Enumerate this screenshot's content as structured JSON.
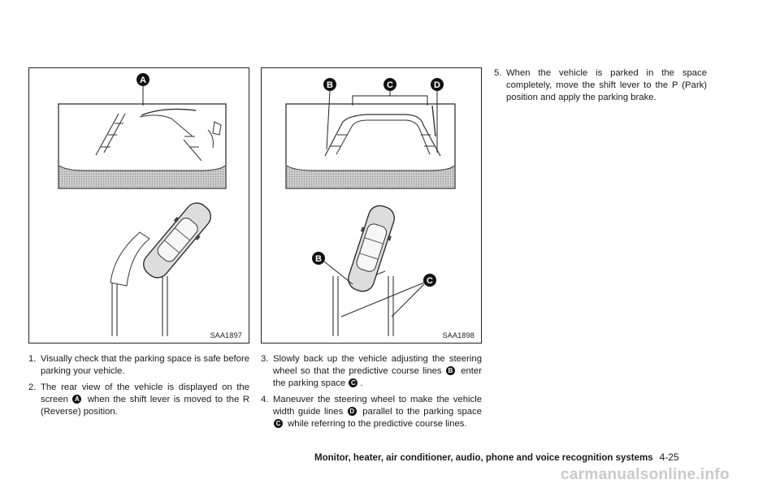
{
  "figures": [
    {
      "code": "SAA1897",
      "callouts": [
        "A"
      ]
    },
    {
      "code": "SAA1898",
      "callouts": [
        "B",
        "C",
        "D",
        "B",
        "C"
      ]
    }
  ],
  "steps": {
    "s1": {
      "num": "1.",
      "text": "Visually check that the parking space is safe before parking your vehicle."
    },
    "s2": {
      "num": "2.",
      "pre": "The rear view of the vehicle is displayed on the screen",
      "mark": "A",
      "post": "when the shift lever is moved to the R (Reverse) position."
    },
    "s3": {
      "num": "3.",
      "pre": "Slowly back up the vehicle adjusting the steering wheel so that the predictive course lines",
      "mark1": "B",
      "mid": "enter the parking space",
      "mark2": "C",
      "post": "."
    },
    "s4": {
      "num": "4.",
      "pre": "Maneuver the steering wheel to make the vehicle width guide lines",
      "mark1": "D",
      "mid": "parallel to the parking space",
      "mark2": "C",
      "post": "while referring to the predictive course lines."
    },
    "s5": {
      "num": "5.",
      "text": "When the vehicle is parked in the space completely, move the shift lever to the P (Park) position and apply the parking brake."
    }
  },
  "footer": {
    "section": "Monitor, heater, air conditioner, audio, phone and voice recognition systems",
    "page": "4-25"
  },
  "watermark": "carmanualsonline.info"
}
